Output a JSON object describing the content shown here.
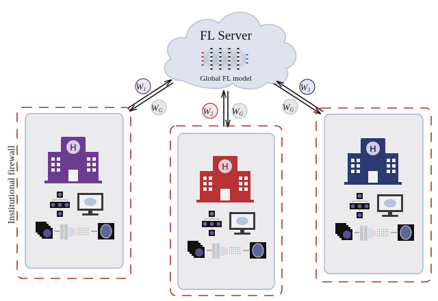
{
  "server": {
    "title": "FL Server",
    "subtitle": "Global FL model"
  },
  "firewall_label": "Institutional firewall",
  "weights": {
    "w1": "W1",
    "w2": "W2",
    "w3": "W3",
    "wg": "WG",
    "w1_main": "W",
    "w1_sub": "1",
    "w2_main": "W",
    "w2_sub": "2",
    "w3_main": "W",
    "w3_sub": "3",
    "wg_main": "W",
    "wg_sub": "G"
  },
  "institutions": [
    {
      "name": "hospital-1",
      "color": "#6b3c8f",
      "weight_color": "#6b3c8f"
    },
    {
      "name": "hospital-2",
      "color": "#b83335",
      "weight_color": "#b83335"
    },
    {
      "name": "hospital-3",
      "color": "#2c3a72",
      "weight_color": "#2c3a72"
    }
  ],
  "colors": {
    "firewall": "#b03030",
    "panel_bg": "#ebebed",
    "panel_border": "#9aa8cc",
    "cloud": "#dde1ee",
    "wg_bubble": "#e6e7ea"
  }
}
